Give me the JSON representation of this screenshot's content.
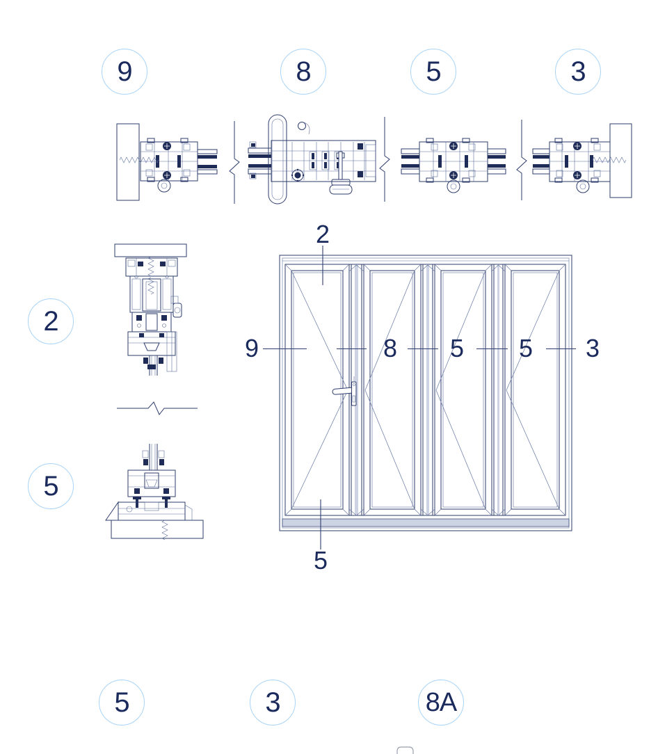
{
  "colors": {
    "callout_circle_stroke": "#a9d4f7",
    "number_ink": "#1b2a5c",
    "drawing_line": "#2e3d6e",
    "drawing_line_light": "#7584ad"
  },
  "callouts": {
    "top_row": [
      {
        "label": "9"
      },
      {
        "label": "8"
      },
      {
        "label": "5"
      },
      {
        "label": "3"
      }
    ],
    "left_column": [
      {
        "label": "2"
      },
      {
        "label": "5"
      }
    ],
    "bottom_row": [
      {
        "label": "5"
      },
      {
        "label": "3"
      },
      {
        "label": "8A"
      }
    ]
  },
  "elevation": {
    "top_label": "2",
    "mid_labels": [
      "9",
      "8",
      "5",
      "5",
      "3"
    ],
    "bottom_label": "5"
  }
}
